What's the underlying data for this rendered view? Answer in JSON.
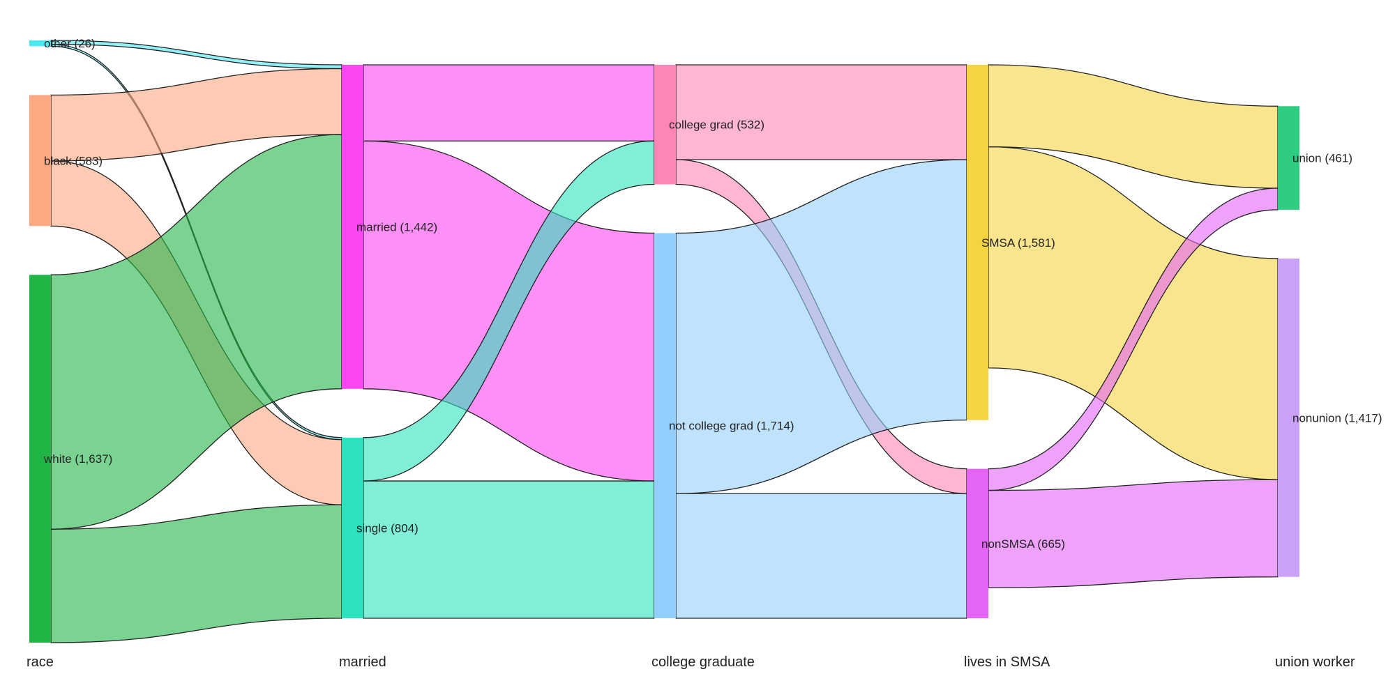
{
  "chart_data": {
    "type": "sankey",
    "title": "",
    "columns": [
      {
        "id": "race",
        "label": "race"
      },
      {
        "id": "married",
        "label": "married"
      },
      {
        "id": "college",
        "label": "college graduate"
      },
      {
        "id": "smsa",
        "label": "lives in SMSA"
      },
      {
        "id": "union",
        "label": "union worker"
      }
    ],
    "nodes": [
      {
        "id": "other",
        "column": 0,
        "label": "other (26)",
        "value": 26,
        "color": "#4be8f2"
      },
      {
        "id": "black",
        "column": 0,
        "label": "black (583)",
        "value": 583,
        "color": "#fca882"
      },
      {
        "id": "white",
        "column": 0,
        "label": "white (1,637)",
        "value": 1637,
        "color": "#21b546"
      },
      {
        "id": "married",
        "column": 1,
        "label": "married (1,442)",
        "value": 1442,
        "color": "#fa46f0"
      },
      {
        "id": "single",
        "column": 1,
        "label": "single (804)",
        "value": 804,
        "color": "#2de2be"
      },
      {
        "id": "collegegrad",
        "column": 2,
        "label": "college grad (532)",
        "value": 532,
        "color": "#fd86b6"
      },
      {
        "id": "notcollegegrad",
        "column": 2,
        "label": "not college grad (1,714)",
        "value": 1714,
        "color": "#94cefc"
      },
      {
        "id": "smsa",
        "column": 3,
        "label": "SMSA (1,581)",
        "value": 1581,
        "color": "#f5d442"
      },
      {
        "id": "nonsmsa",
        "column": 3,
        "label": "nonSMSA (665)",
        "value": 665,
        "color": "#e364f5"
      },
      {
        "id": "union",
        "column": 4,
        "label": "union (461)",
        "value": 461,
        "color": "#2ecc80"
      },
      {
        "id": "nonunion",
        "column": 4,
        "label": "nonunion (1,417)",
        "value": 1417,
        "color": "#c9a2f7"
      }
    ],
    "links": [
      {
        "source": "other",
        "target": "married",
        "value": 17
      },
      {
        "source": "other",
        "target": "single",
        "value": 9
      },
      {
        "source": "black",
        "target": "married",
        "value": 293
      },
      {
        "source": "black",
        "target": "single",
        "value": 290
      },
      {
        "source": "white",
        "target": "married",
        "value": 1132
      },
      {
        "source": "white",
        "target": "single",
        "value": 505
      },
      {
        "source": "married",
        "target": "collegegrad",
        "value": 339
      },
      {
        "source": "married",
        "target": "notcollegegrad",
        "value": 1103
      },
      {
        "source": "single",
        "target": "collegegrad",
        "value": 193
      },
      {
        "source": "single",
        "target": "notcollegegrad",
        "value": 611
      },
      {
        "source": "collegegrad",
        "target": "smsa",
        "value": 422
      },
      {
        "source": "collegegrad",
        "target": "nonsmsa",
        "value": 110
      },
      {
        "source": "notcollegegrad",
        "target": "smsa",
        "value": 1159
      },
      {
        "source": "notcollegegrad",
        "target": "nonsmsa",
        "value": 555
      },
      {
        "source": "smsa",
        "target": "union",
        "value": 365
      },
      {
        "source": "smsa",
        "target": "nonunion",
        "value": 984
      },
      {
        "source": "nonsmsa",
        "target": "union",
        "value": 96
      },
      {
        "source": "nonsmsa",
        "target": "nonunion",
        "value": 433
      }
    ]
  }
}
